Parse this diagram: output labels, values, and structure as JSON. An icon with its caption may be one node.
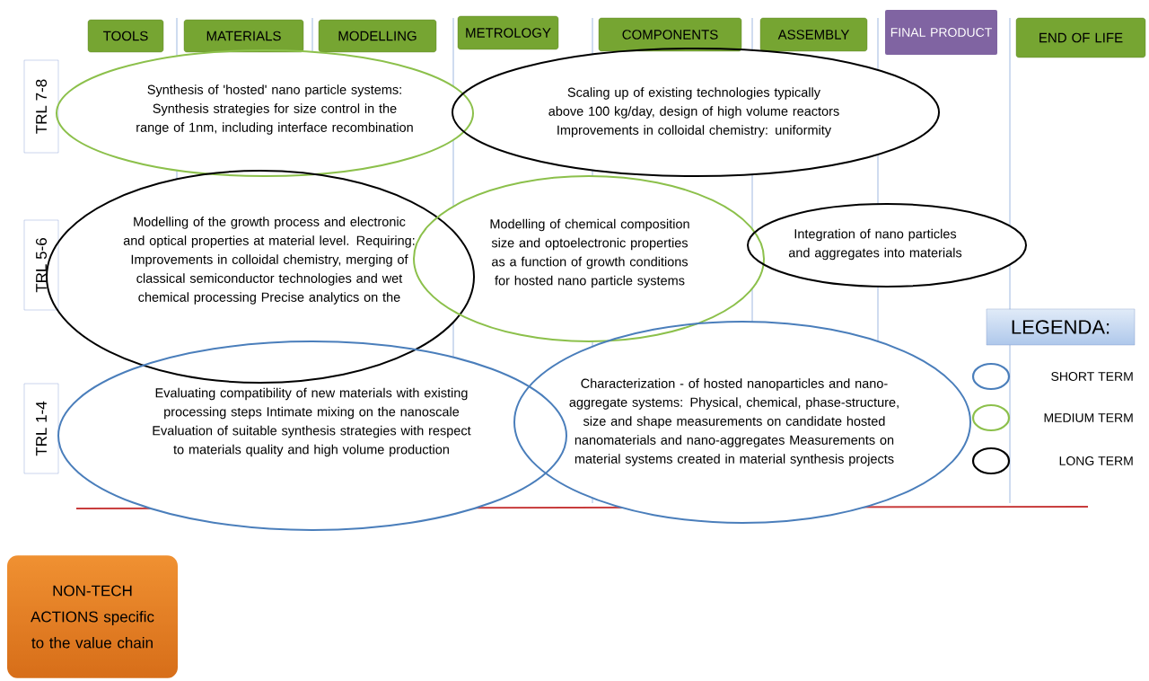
{
  "diagram": {
    "nodes": [
      {
        "text": [
          "TOOLS"
        ]
      },
      {
        "text": [
          "MATERIALS"
        ]
      },
      {
        "text": [
          "MODELLING"
        ]
      },
      {
        "text": [
          "METROLOGY"
        ]
      },
      {
        "text": [
          "COMPONENTS"
        ]
      },
      {
        "text": [
          "ASSEMBLY"
        ]
      },
      {
        "text": [
          "FINAL PRODUCT"
        ]
      },
      {
        "text": [
          "END OF LIFE"
        ]
      },
      {
        "text": [
          "TRL 7-8"
        ]
      },
      {
        "text": [
          "Synthesis of 'hosted' nano particle systems: Synthesis strategies for size control in the range of 1nm, including interface recombination"
        ]
      },
      {
        "text": [
          "Scaling up of existing technologies typically above 100 kg/day, design of high volume reactors Improvements in colloidal chemistry: uniformity"
        ]
      },
      {
        "text": [
          "TRL 5-6"
        ]
      },
      {
        "text": [
          "Modelling of the growth process and electronic and optical properties at material level. Requiring: Improvements in colloidal chemistry, merging of classical semiconductor technologies and wet chemical processing Precise analytics on the"
        ]
      },
      {
        "text": [
          "Modelling of chemical composition size and optoelectronic properties as a function of growth conditions for hosted nano particle systems"
        ]
      },
      {
        "text": [
          "Integration of nano particles and aggregates into materials"
        ]
      },
      {
        "text": [
          "LEGENDA:"
        ]
      },
      {
        "text": [
          "TRL 1-4"
        ]
      },
      {
        "text": [
          "Evaluating compatibility of new materials with existing processing steps Intimate mixing on the nanoscale Evaluation of suitable synthesis strategies with respect to materials quality and high volume production"
        ]
      },
      {
        "text": [
          "Characterization - of hosted nanoparticles and nano-aggregate systems: Physical, chemical, phase-structure, size and shape measurements on candidate hosted nanomaterials and nano-aggregates Measurements on material systems created in material synthesis projects"
        ]
      },
      {
        "text": [
          "NON-TECH ACTIONS specific to the value chain"
        ]
      }
    ],
    "legend": [
      {
        "text": "SHORT TERM",
        "color": "#4a7ebb"
      },
      {
        "text": "MEDIUM TERM",
        "color": "#8cc04b"
      },
      {
        "text": "LONG TERM",
        "color": "#000000"
      }
    ]
  }
}
